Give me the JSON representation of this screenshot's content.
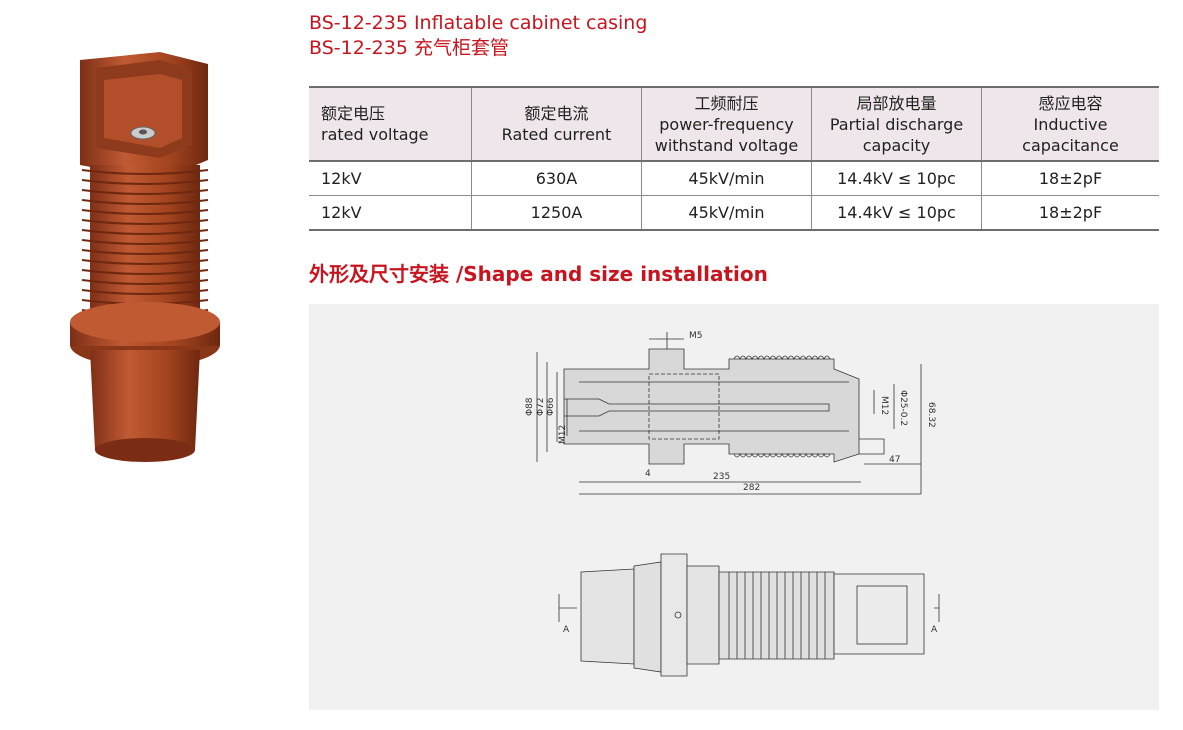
{
  "title_en": "BS-12-235 Inflatable cabinet casing",
  "title_cn": "BS-12-235 充气柜套管",
  "table": {
    "headers": [
      {
        "cn": "额定电压",
        "en1": "rated voltage",
        "en2": ""
      },
      {
        "cn": "额定电流",
        "en1": "Rated current",
        "en2": ""
      },
      {
        "cn": "工频耐压",
        "en1": "power-frequency",
        "en2": "withstand voltage"
      },
      {
        "cn": "局部放电量",
        "en1": "Partial discharge",
        "en2": "capacity"
      },
      {
        "cn": "感应电容",
        "en1": "Inductive",
        "en2": "capacitance"
      }
    ],
    "rows": [
      [
        "12kV",
        "630A",
        "45kV/min",
        "14.4kV ≤ 10pc",
        "18±2pF"
      ],
      [
        "12kV",
        "1250A",
        "45kV/min",
        "14.4kV ≤ 10pc",
        "18±2pF"
      ]
    ]
  },
  "section_heading": "外形及尺寸安装 /Shape and size installation",
  "drawing": {
    "labels": {
      "m5": "M5",
      "d88": "Φ88",
      "d72": "Φ72",
      "d66": "Φ66",
      "m12_left": "M12",
      "m12_right": "M12",
      "d25": "Φ25-0.2",
      "h68": "68.32",
      "l4": "4",
      "l235": "235",
      "l282": "282",
      "l47": "47",
      "a_left": "A",
      "a_right": "A"
    }
  },
  "colors": {
    "title_red": "#c8141e",
    "insulator_brown": "#a84a2a",
    "header_bg": "#eee6ea",
    "panel_bg": "#f1f1f1"
  }
}
